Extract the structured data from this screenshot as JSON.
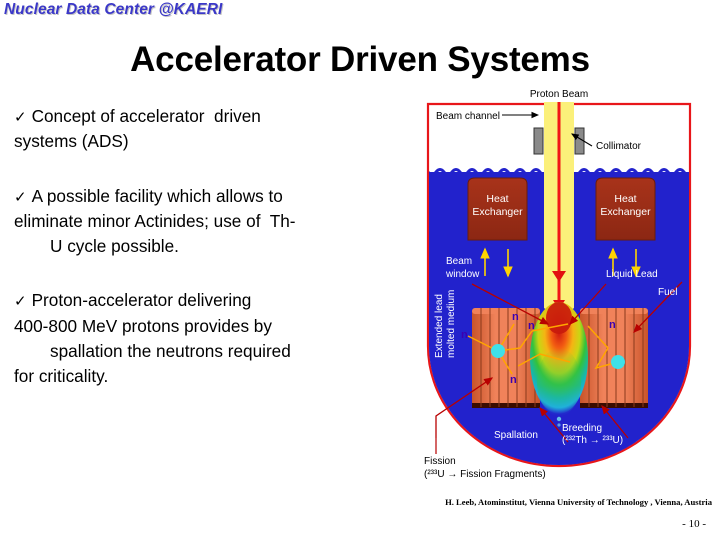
{
  "header": {
    "organization": "Nuclear Data Center @KAERI",
    "color": "#3b38c8"
  },
  "title": {
    "text": "Accelerator Driven Systems"
  },
  "bullets": [
    {
      "marker": "✓",
      "lines": [
        {
          "text": "Concept of accelerator  driven",
          "indent": 0
        },
        {
          "text": "systems (ADS)",
          "indent": 0
        }
      ]
    },
    {
      "marker": "✓",
      "lines": [
        {
          "text": "A possible facility which allows to",
          "indent": 0
        },
        {
          "text": "eliminate minor Actinides; use of  Th-",
          "indent": 0
        },
        {
          "text": "U cycle possible.",
          "indent": 1
        }
      ]
    },
    {
      "marker": "✓",
      "lines": [
        {
          "text": "Proton-accelerator delivering",
          "indent": 0
        },
        {
          "text": "400-800 MeV protons provides by",
          "indent": 0
        },
        {
          "text": "spallation the neutrons required",
          "indent": 1
        },
        {
          "text": "for criticality.",
          "indent": 0
        }
      ]
    }
  ],
  "diagram": {
    "labels": {
      "proton_beam": "Proton Beam",
      "beam_channel": "Beam channel",
      "collimator": "Collimator",
      "heat_exchanger_left": "Heat\nExchanger",
      "heat_exchanger_right": "Heat\nExchanger",
      "heat_exchanger_line1": "Heat",
      "heat_exchanger_line2": "Exchanger",
      "beam_window_line1": "Beam",
      "beam_window_line2": "window",
      "liquid_lead": "Liquid Lead",
      "fuel": "Fuel",
      "extended_medium_line1": "Extended lead",
      "extended_medium_line2": "molted medium",
      "spallation": "Spallation",
      "breeding_line1": "Breeding",
      "breeding_line2": "(²³²Th → ²³³U)",
      "fission_line1": "Fission",
      "fission_line2": "(²³³U → Fission Fragments)",
      "neutron": "n"
    },
    "colors": {
      "frame": "#e8161a",
      "vessel": "#2222cc",
      "beam": "#fbf07a",
      "beam_core": "#f21616",
      "heat_exchanger": "#9e2d17",
      "fuel_rod": "#f07a4a",
      "neutron_dot": "#3fe0e8",
      "label_white": "#ffffff",
      "label_black": "#000000",
      "arrow_red": "#c00000",
      "arrow_orange": "#ffa500"
    }
  },
  "footer": {
    "credit": "H. Leeb, Atominstitut, Vienna University of Technology , Vienna, Austria",
    "page": "- 10 -"
  }
}
